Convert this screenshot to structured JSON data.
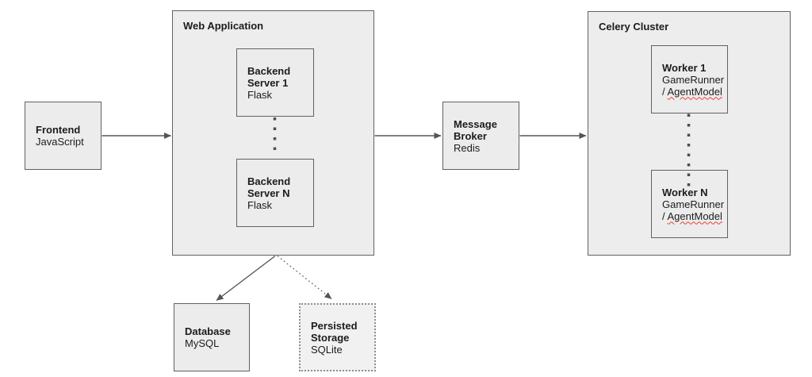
{
  "colors": {
    "box_fill": "#ececec",
    "container_fill": "#ededed",
    "dotted_box_fill": "#f1f1f1",
    "box_border": "#616161",
    "connector": "#555555",
    "dotted_connector": "#4d4d4d",
    "text": "#1c1c1c",
    "spellcheck_underline": "#ea4335",
    "background": "#ffffff"
  },
  "nodes": {
    "frontend": {
      "title": "Frontend",
      "subtitle": "JavaScript"
    },
    "web_application": {
      "title": "Web Application"
    },
    "backend_server_1": {
      "title": "Backend Server 1",
      "subtitle": "Flask"
    },
    "backend_server_n": {
      "title": "Backend Server N",
      "subtitle": "Flask"
    },
    "message_broker": {
      "title": "Message Broker",
      "subtitle": "Redis"
    },
    "celery_cluster": {
      "title": "Celery Cluster"
    },
    "worker_1": {
      "title": "Worker 1",
      "subtitle_line1": "GameRunner",
      "subtitle_line2_prefix": "/ ",
      "subtitle_line2_word": "AgentModel"
    },
    "worker_n": {
      "title": "Worker N",
      "subtitle_line1": "GameRunner",
      "subtitle_line2_prefix": "/ ",
      "subtitle_line2_word": "AgentModel"
    },
    "database": {
      "title": "Database",
      "subtitle": "MySQL"
    },
    "persisted_storage": {
      "title": "Persisted Storage",
      "subtitle": "SQLite"
    }
  },
  "connections": [
    {
      "from": "frontend",
      "to": "web_application",
      "style": "solid-arrow"
    },
    {
      "from": "backend_server_1",
      "to": "backend_server_n",
      "style": "dotted-ellipsis"
    },
    {
      "from": "web_application",
      "to": "message_broker",
      "style": "solid-arrow"
    },
    {
      "from": "message_broker",
      "to": "celery_cluster",
      "style": "solid-arrow"
    },
    {
      "from": "worker_1",
      "to": "worker_n",
      "style": "dotted-ellipsis"
    },
    {
      "from": "web_application",
      "to": "database",
      "style": "solid-arrow"
    },
    {
      "from": "web_application",
      "to": "persisted_storage",
      "style": "dotted-arrow"
    }
  ]
}
